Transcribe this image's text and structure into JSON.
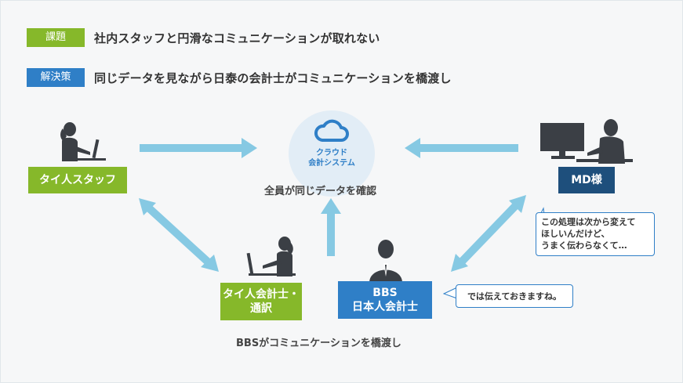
{
  "header": {
    "issue_tag": "課題",
    "issue_text": "社内スタッフと円滑なコミュニケーションが取れない",
    "solution_tag": "解決策",
    "solution_text": "同じデータを見ながら日泰の会計士がコミュニケーションを橋渡し"
  },
  "diagram": {
    "cloud_line1": "クラウド",
    "cloud_line2": "会計システム",
    "center_caption": "全員が同じデータを確認",
    "thai_staff": "タイ人スタッフ",
    "md": "MD様",
    "thai_accountant_line1": "タイ人会計士・",
    "thai_accountant_line2": "通訳",
    "bbs_line1": "BBS",
    "bbs_line2": "日本人会計士",
    "bottom_caption": "BBSがコミュニケーションを橋渡し",
    "md_bubble_line1": "この処理は次から変えて",
    "md_bubble_line2": "ほしいんだけど、",
    "md_bubble_line3": "うまく伝わらなくて…",
    "bbs_bubble": "では伝えておきますね。"
  },
  "colors": {
    "green": "#86b82a",
    "blue": "#2f7fc7",
    "navy": "#1e4f7c",
    "arrow": "#86c9e3",
    "silhouette": "#3b3f45"
  }
}
